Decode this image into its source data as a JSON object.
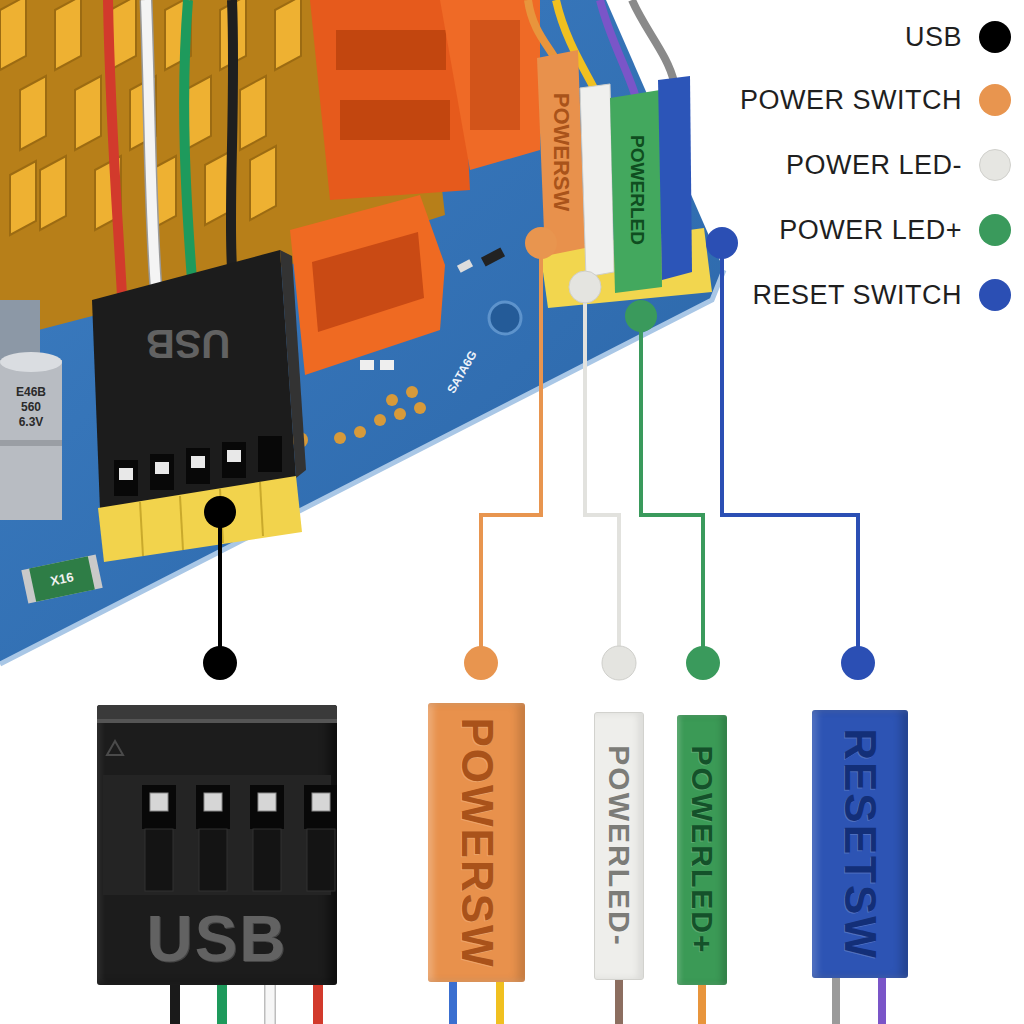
{
  "diagram": {
    "nodes": [
      {
        "text": [
          "USB"
        ]
      },
      {
        "text": [
          "POWERSW"
        ]
      },
      {
        "text": [
          "POWERLED-"
        ]
      },
      {
        "text": [
          "POWERLED+"
        ]
      },
      {
        "text": [
          "RESETSW"
        ]
      }
    ],
    "labels": [
      "USB",
      "POWERSW",
      "POWERLED",
      "SATA6G",
      "E46B",
      "560",
      "6.3V",
      "X16"
    ],
    "legend": [
      {
        "text": "USB",
        "color": "#000000"
      },
      {
        "text": "POWER SWITCH",
        "color": "#e8954f"
      },
      {
        "text": "POWER LED-",
        "color": "#e6e6e2"
      },
      {
        "text": "POWER LED+",
        "color": "#3a9a5c"
      },
      {
        "text": "RESET SWITCH",
        "color": "#2b4fb4"
      }
    ]
  }
}
